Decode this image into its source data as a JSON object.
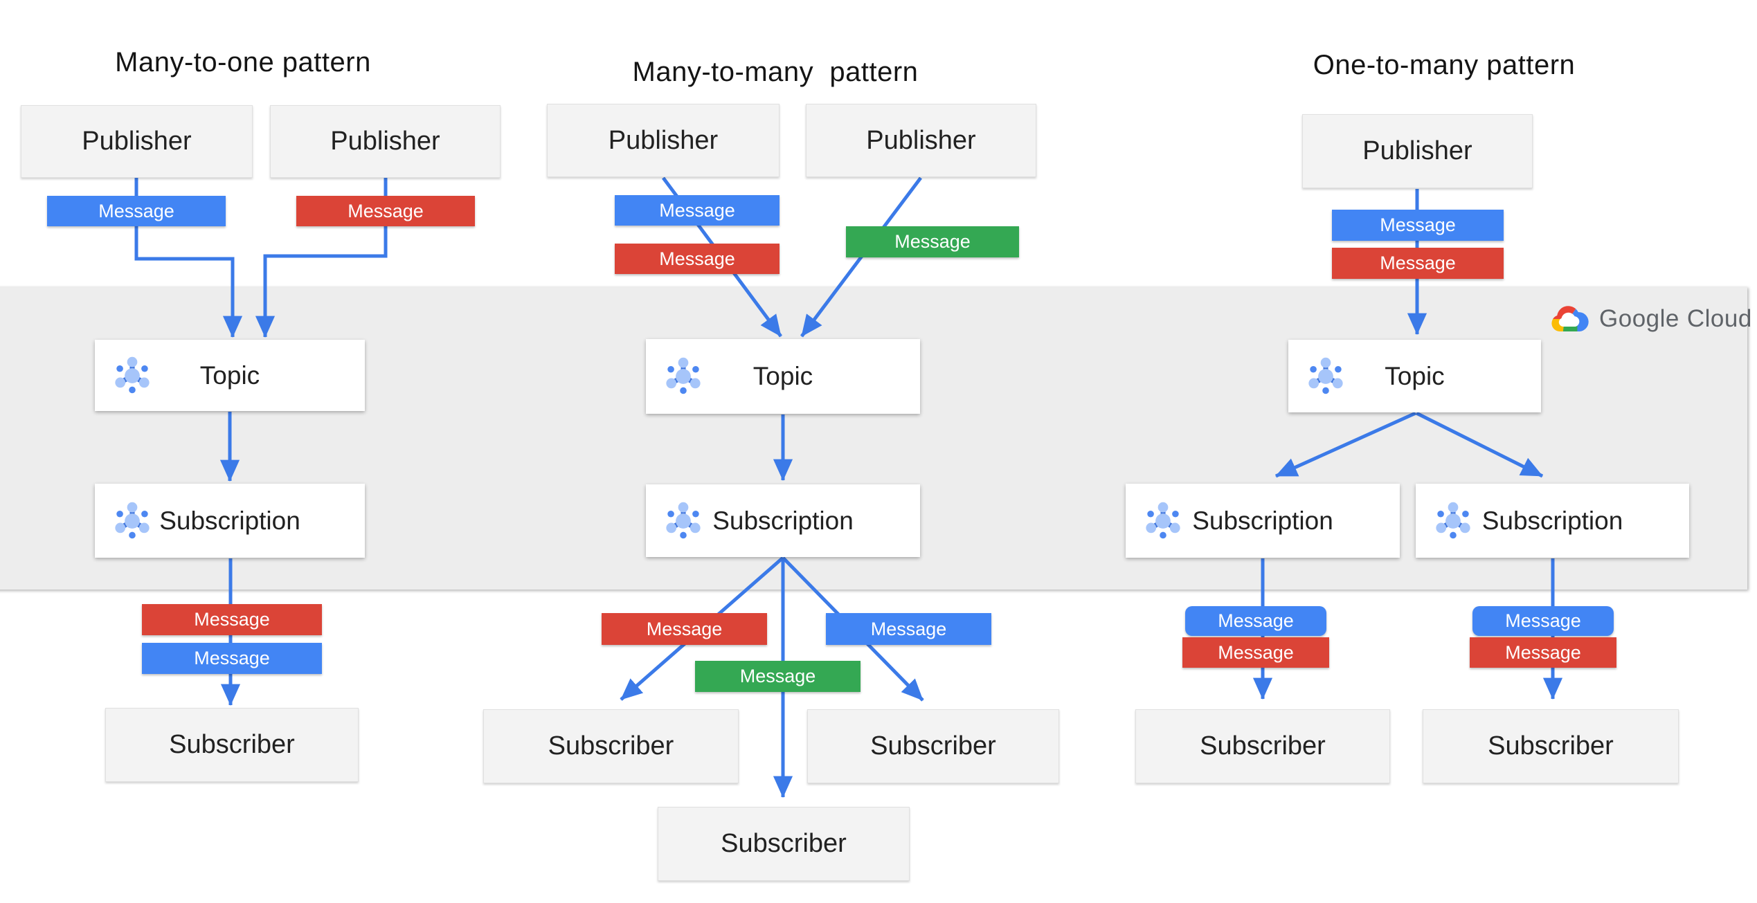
{
  "colors": {
    "message_blue": "#4285F4",
    "message_red": "#DB4437",
    "message_green": "#34A853",
    "arrow_blue": "#3B7AE8",
    "band_gray": "#EDEDED",
    "node_gray": "#F3F3F3",
    "node_white": "#FFFFFF",
    "text_dark": "#212121",
    "google_gray": "#5F6368",
    "icon_light_blue": "#A6C5FA",
    "icon_dark_blue": "#4D87F1"
  },
  "logo": {
    "google": "Google",
    "cloud": "Cloud"
  },
  "patterns": [
    {
      "title": "Many-to-one pattern",
      "publishers": [
        "Publisher",
        "Publisher"
      ],
      "topic": "Topic",
      "subscription": "Subscription",
      "subscribers": [
        "Subscriber"
      ],
      "publish_messages": [
        {
          "color": "blue",
          "label": "Message"
        },
        {
          "color": "red",
          "label": "Message"
        }
      ],
      "deliver_messages": [
        {
          "color": "red",
          "label": "Message"
        },
        {
          "color": "blue",
          "label": "Message"
        }
      ]
    },
    {
      "title": "Many-to-many  pattern",
      "publishers": [
        "Publisher",
        "Publisher"
      ],
      "topic": "Topic",
      "subscription": "Subscription",
      "subscribers": [
        "Subscriber",
        "Subscriber",
        "Subscriber"
      ],
      "publish_messages": [
        {
          "color": "blue",
          "label": "Message"
        },
        {
          "color": "red",
          "label": "Message"
        },
        {
          "color": "green",
          "label": "Message"
        }
      ],
      "deliver_messages": [
        {
          "color": "red",
          "label": "Message"
        },
        {
          "color": "blue",
          "label": "Message"
        },
        {
          "color": "green",
          "label": "Message"
        }
      ]
    },
    {
      "title": "One-to-many pattern",
      "publishers": [
        "Publisher"
      ],
      "topic": "Topic",
      "subscriptions": [
        "Subscription",
        "Subscription"
      ],
      "subscribers": [
        "Subscriber",
        "Subscriber"
      ],
      "publish_messages": [
        {
          "color": "blue",
          "label": "Message"
        },
        {
          "color": "red",
          "label": "Message"
        }
      ],
      "deliver_messages": [
        [
          {
            "color": "blue",
            "label": "Message"
          },
          {
            "color": "red",
            "label": "Message"
          }
        ],
        [
          {
            "color": "blue",
            "label": "Message"
          },
          {
            "color": "red",
            "label": "Message"
          }
        ]
      ]
    }
  ]
}
